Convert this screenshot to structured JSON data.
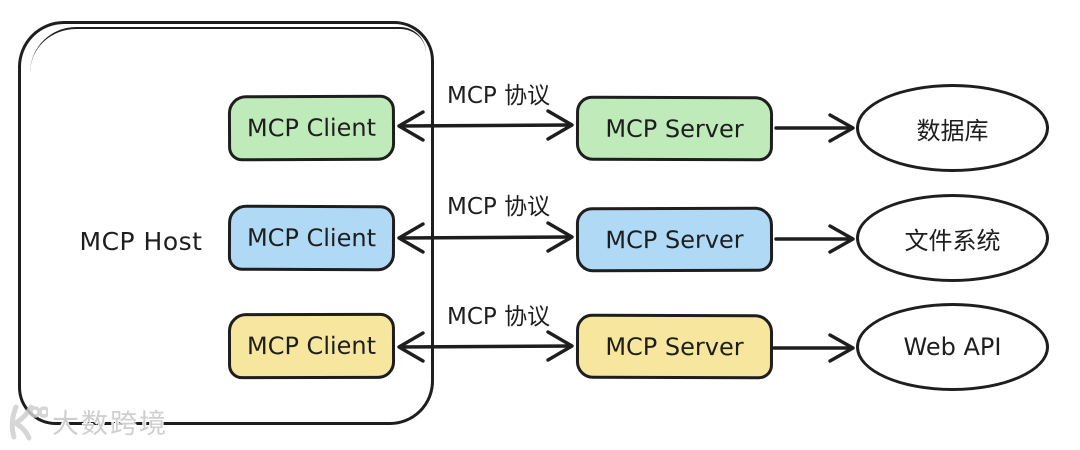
{
  "diagram": {
    "host_label": "MCP Host",
    "rows": [
      {
        "client_label": "MCP Client",
        "protocol_label": "MCP 协议",
        "server_label": "MCP Server",
        "resource_label": "数据库",
        "fill": "#bfeab9"
      },
      {
        "client_label": "MCP Client",
        "protocol_label": "MCP 协议",
        "server_label": "MCP Server",
        "resource_label": "文件系统",
        "fill": "#b0d9f6"
      },
      {
        "client_label": "MCP Client",
        "protocol_label": "MCP 协议",
        "server_label": "MCP Server",
        "resource_label": "Web API",
        "fill": "#f6e69e"
      }
    ],
    "colors": {
      "stroke": "#1e1e1e",
      "background": "#ffffff",
      "ellipse_fill": "#ffffff"
    },
    "watermark_text": "大数跨境"
  }
}
